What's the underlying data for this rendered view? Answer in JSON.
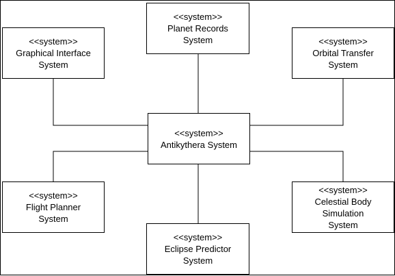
{
  "diagram": {
    "stereotype": "<<system>>",
    "nodes": {
      "planet_records": {
        "line1": "Planet Records",
        "line2": "System"
      },
      "graphical_interface": {
        "line1": "Graphical Interface",
        "line2": "System"
      },
      "orbital_transfer": {
        "line1": "Orbital Transfer",
        "line2": "System"
      },
      "antikythera": {
        "line1": "Antikythera System"
      },
      "flight_planner": {
        "line1": "Flight Planner",
        "line2": "System"
      },
      "celestial_body": {
        "line1": "Celestial Body",
        "line2": "Simulation",
        "line3": "System"
      },
      "eclipse_predictor": {
        "line1": "Eclipse Predictor",
        "line2": "System"
      }
    },
    "colors": {
      "stroke": "#000000",
      "fill": "#ffffff"
    }
  }
}
